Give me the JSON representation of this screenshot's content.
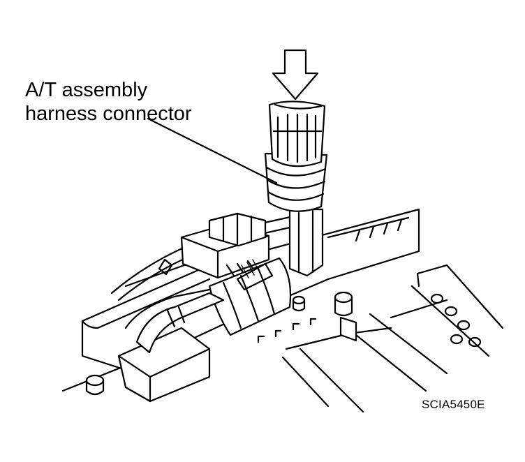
{
  "callout": {
    "line1": "A/T assembly",
    "line2": "harness connector"
  },
  "figure_id": "SCIA5450E",
  "colors": {
    "ink": "#000000",
    "paper": "#ffffff"
  }
}
